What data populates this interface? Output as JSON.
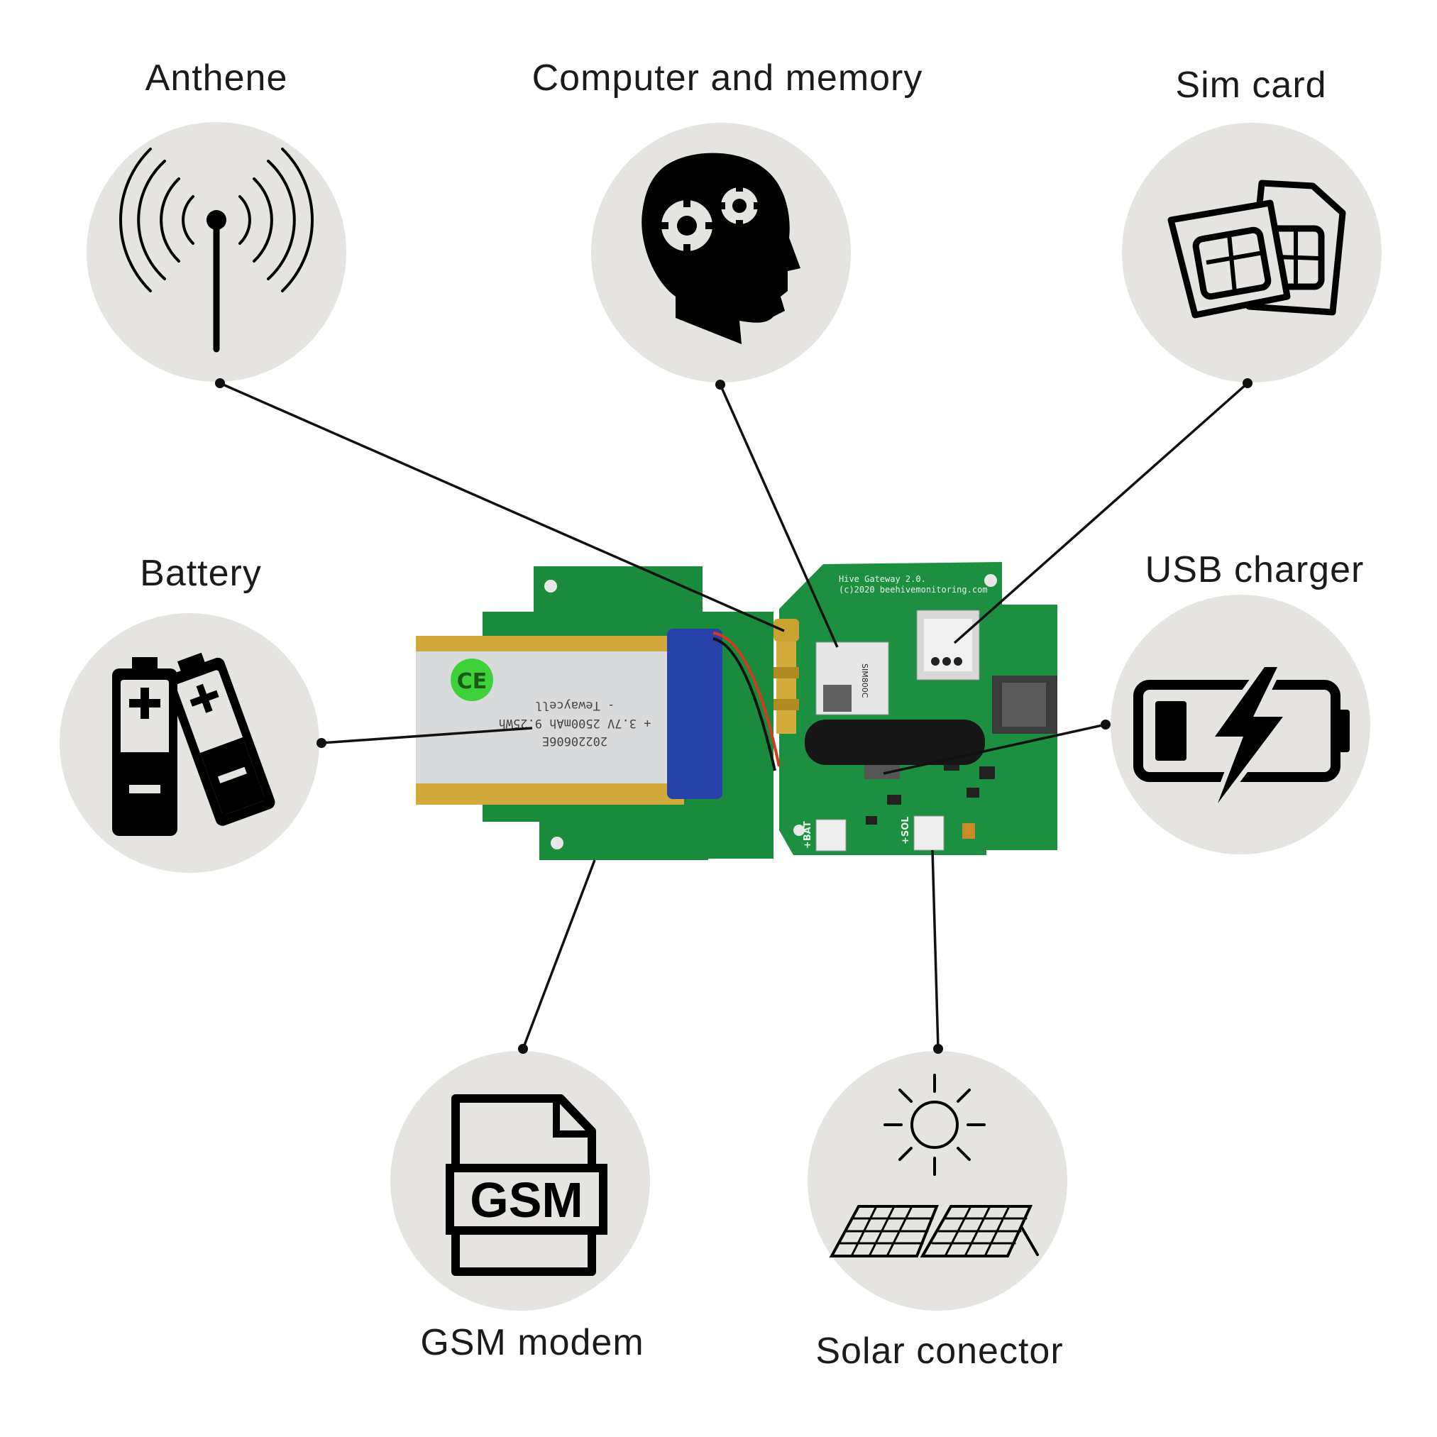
{
  "labels": {
    "antenna": "Anthene",
    "computer": "Computer and memory",
    "simcard": "Sim card",
    "battery": "Battery",
    "usb": "USB charger",
    "gsm": "GSM modem",
    "solar": "Solar conector"
  },
  "icon_text": {
    "gsm": "GSM"
  },
  "board_text": {
    "silk_title": "Hive Gateway 2.0.",
    "silk_copyright": "(c)2020 beehivemonitoring.com",
    "module": "SIM800C",
    "bat_connector": "+BAT",
    "sol_connector": "+SOL"
  },
  "battery_text": {
    "line1": "- Tewaycell",
    "line2": "+ 3.7V 2500mAh  9.25Wh",
    "line3": "20220606E",
    "mark": "CE"
  },
  "colors": {
    "pcb": "#1a8a3c",
    "circle": "#e6e4e1",
    "leader": "#111111"
  },
  "icons": [
    "antenna-icon",
    "head-gears-icon",
    "sim-cards-icon",
    "batteries-icon",
    "usb-charging-battery-icon",
    "gsm-file-icon",
    "sun-solar-panel-icon"
  ]
}
